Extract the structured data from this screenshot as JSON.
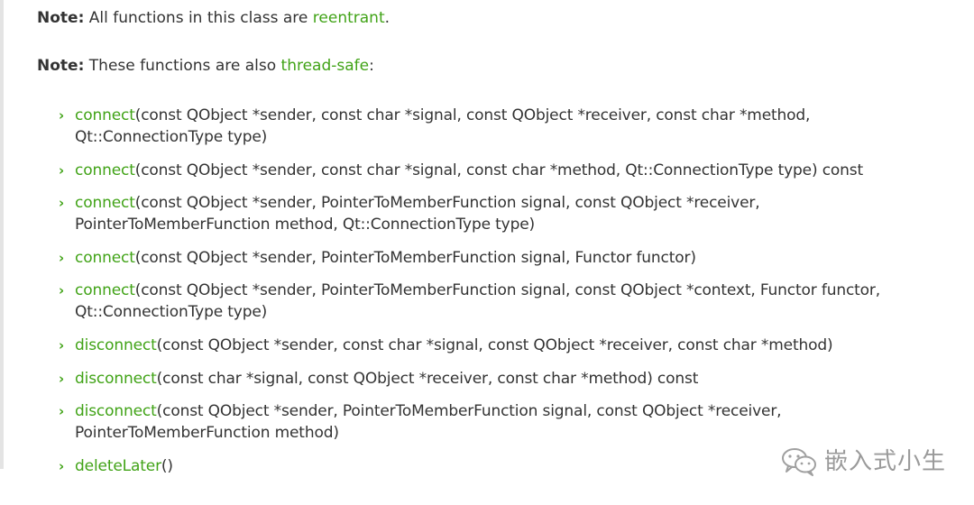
{
  "notes": [
    {
      "label": "Note:",
      "text": " All functions in this class are ",
      "link": "reentrant",
      "suffix": "."
    },
    {
      "label": "Note:",
      "text": " These functions are also ",
      "link": "thread-safe",
      "suffix": ":"
    }
  ],
  "functions": [
    {
      "name": "connect",
      "signature": "(const QObject *sender, const char *signal, const QObject *receiver, const char *method, Qt::ConnectionType type)"
    },
    {
      "name": "connect",
      "signature": "(const QObject *sender, const char *signal, const char *method, Qt::ConnectionType type) const"
    },
    {
      "name": "connect",
      "signature": "(const QObject *sender, PointerToMemberFunction signal, const QObject *receiver, PointerToMemberFunction method, Qt::ConnectionType type)"
    },
    {
      "name": "connect",
      "signature": "(const QObject *sender, PointerToMemberFunction signal, Functor functor)"
    },
    {
      "name": "connect",
      "signature": "(const QObject *sender, PointerToMemberFunction signal, const QObject *context, Functor functor, Qt::ConnectionType type)"
    },
    {
      "name": "disconnect",
      "signature": "(const QObject *sender, const char *signal, const QObject *receiver, const char *method)"
    },
    {
      "name": "disconnect",
      "signature": "(const char *signal, const QObject *receiver, const char *method) const"
    },
    {
      "name": "disconnect",
      "signature": "(const QObject *sender, PointerToMemberFunction signal, const QObject *receiver, PointerToMemberFunction method)"
    },
    {
      "name": "deleteLater",
      "signature": "()"
    }
  ],
  "bullet": "›",
  "watermark": {
    "icon": "wechat-icon",
    "text": "嵌入式小生"
  },
  "colors": {
    "link": "#41a317",
    "text": "#333333",
    "watermark": "#9a9a9a"
  }
}
